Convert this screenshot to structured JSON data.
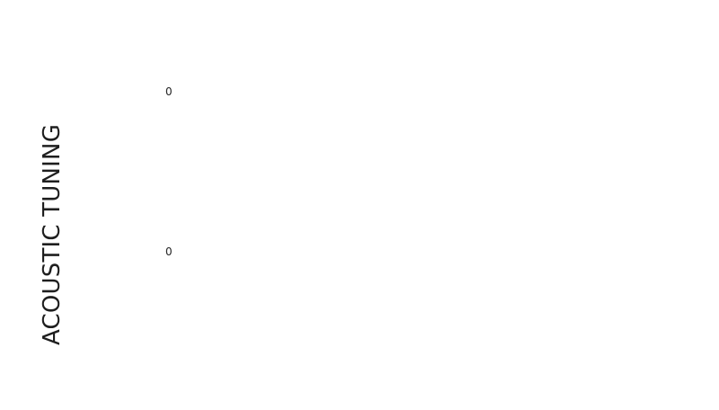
{
  "page": {
    "side_title": "ACOUSTIC TUNING"
  },
  "readouts": {
    "first_value": "0",
    "second_value": "0"
  },
  "colors": {
    "background": "#ffffff",
    "text": "#1e1e1e"
  }
}
